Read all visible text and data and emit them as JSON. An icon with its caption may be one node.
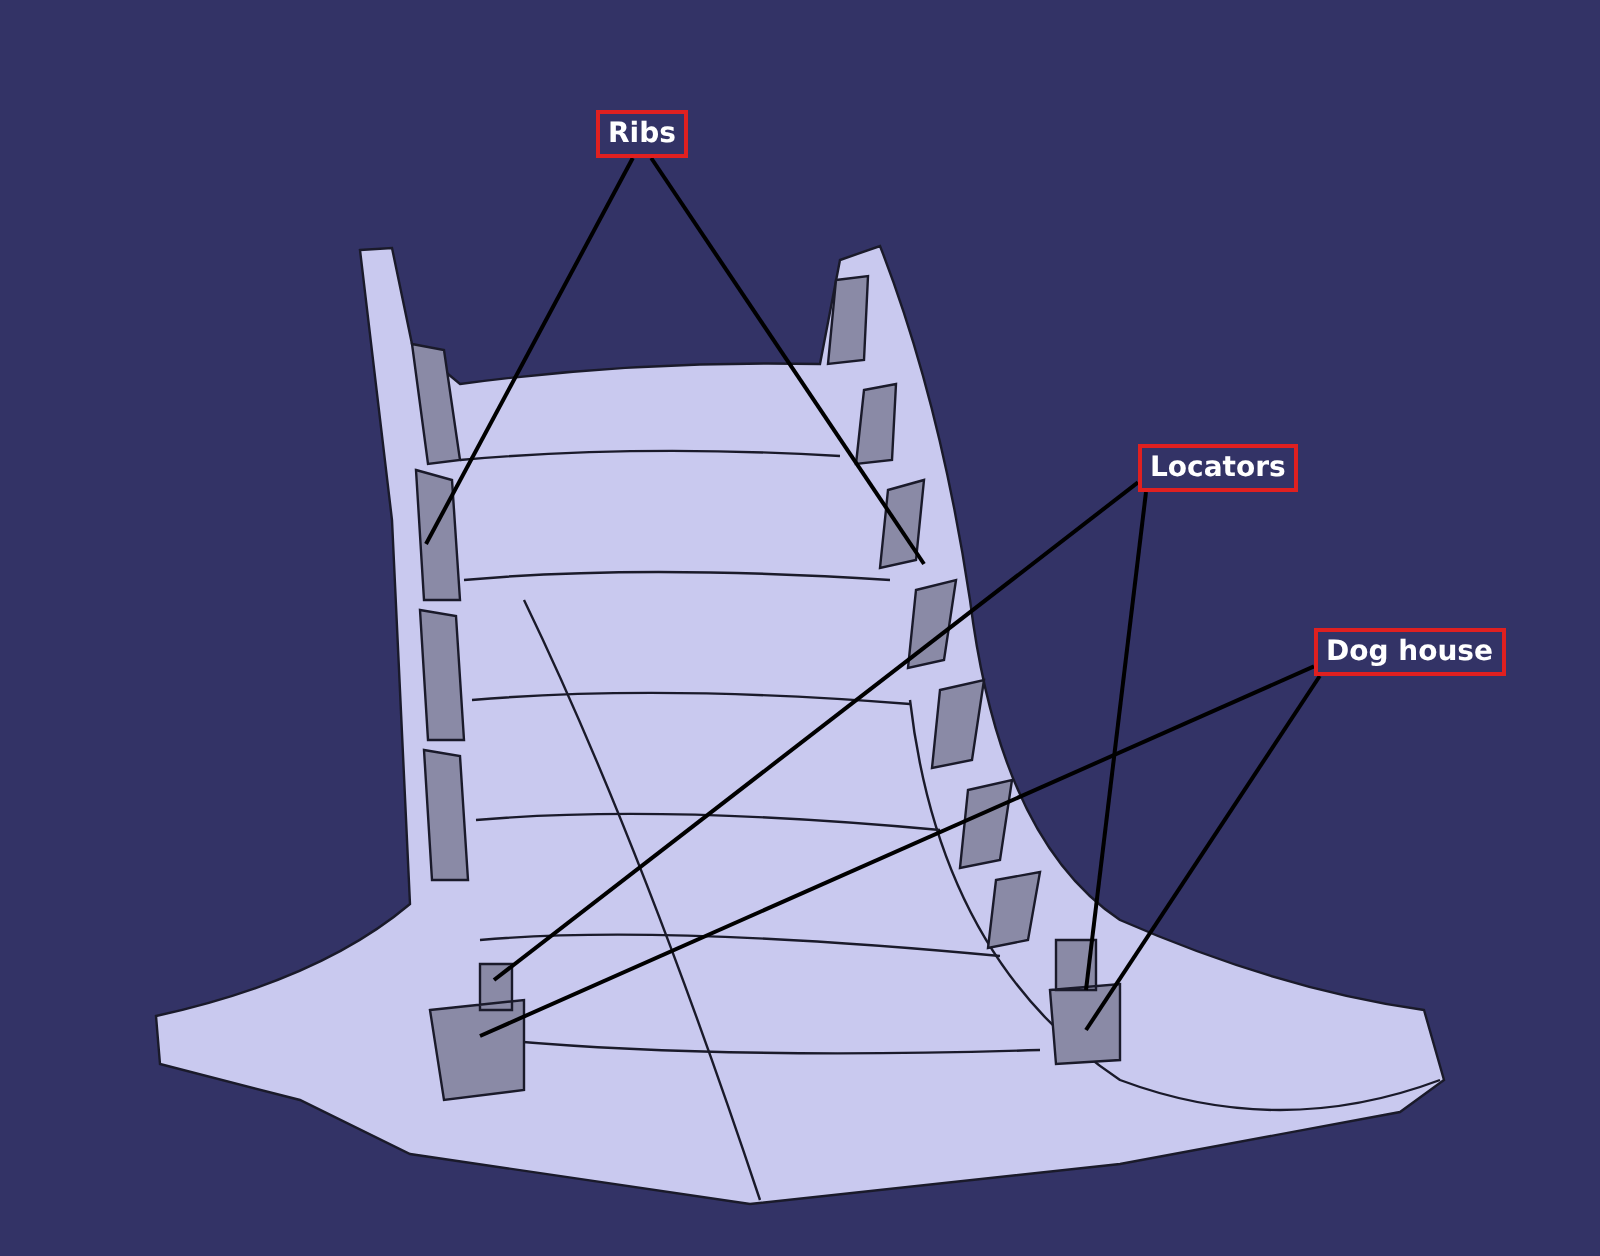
{
  "diagram": {
    "nodes": [
      {
        "text": [
          "Ribs"
        ]
      },
      {
        "text": [
          "Locators"
        ]
      },
      {
        "text": [
          "Dog house"
        ]
      }
    ],
    "edges": [
      {
        "from": 0,
        "to": null,
        "arrow": "none"
      },
      {
        "from": 0,
        "to": null,
        "arrow": "none"
      },
      {
        "from": 1,
        "to": null,
        "arrow": "none"
      },
      {
        "from": 1,
        "to": null,
        "arrow": "none"
      },
      {
        "from": 2,
        "to": null,
        "arrow": "none"
      },
      {
        "from": 2,
        "to": null,
        "arrow": "none"
      }
    ]
  }
}
